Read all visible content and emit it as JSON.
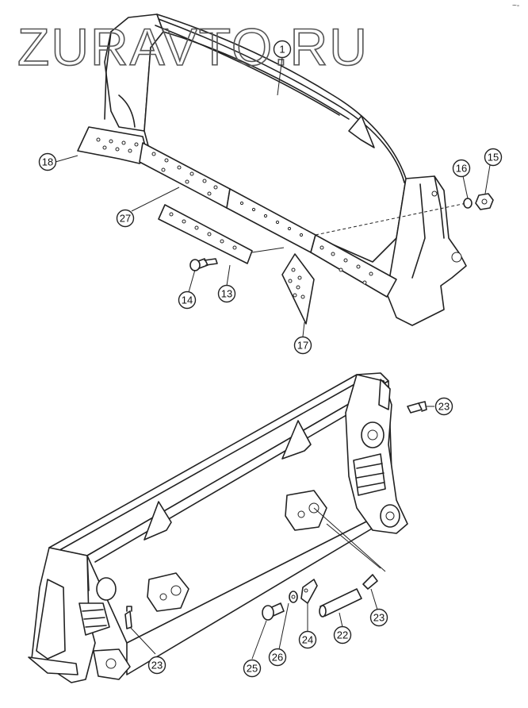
{
  "watermark": "ZURAVTO.RU",
  "corner_mark": "~-",
  "callouts": [
    {
      "id": "c1",
      "label": "1"
    },
    {
      "id": "c18",
      "label": "18"
    },
    {
      "id": "c27",
      "label": "27"
    },
    {
      "id": "c16",
      "label": "16"
    },
    {
      "id": "c15",
      "label": "15"
    },
    {
      "id": "c13",
      "label": "13"
    },
    {
      "id": "c14",
      "label": "14"
    },
    {
      "id": "c17",
      "label": "17"
    },
    {
      "id": "c23a",
      "label": "23"
    },
    {
      "id": "c23b",
      "label": "23"
    },
    {
      "id": "c23c",
      "label": "23"
    },
    {
      "id": "c22",
      "label": "22"
    },
    {
      "id": "c24",
      "label": "24"
    },
    {
      "id": "c26",
      "label": "26"
    },
    {
      "id": "c25",
      "label": "25"
    }
  ]
}
